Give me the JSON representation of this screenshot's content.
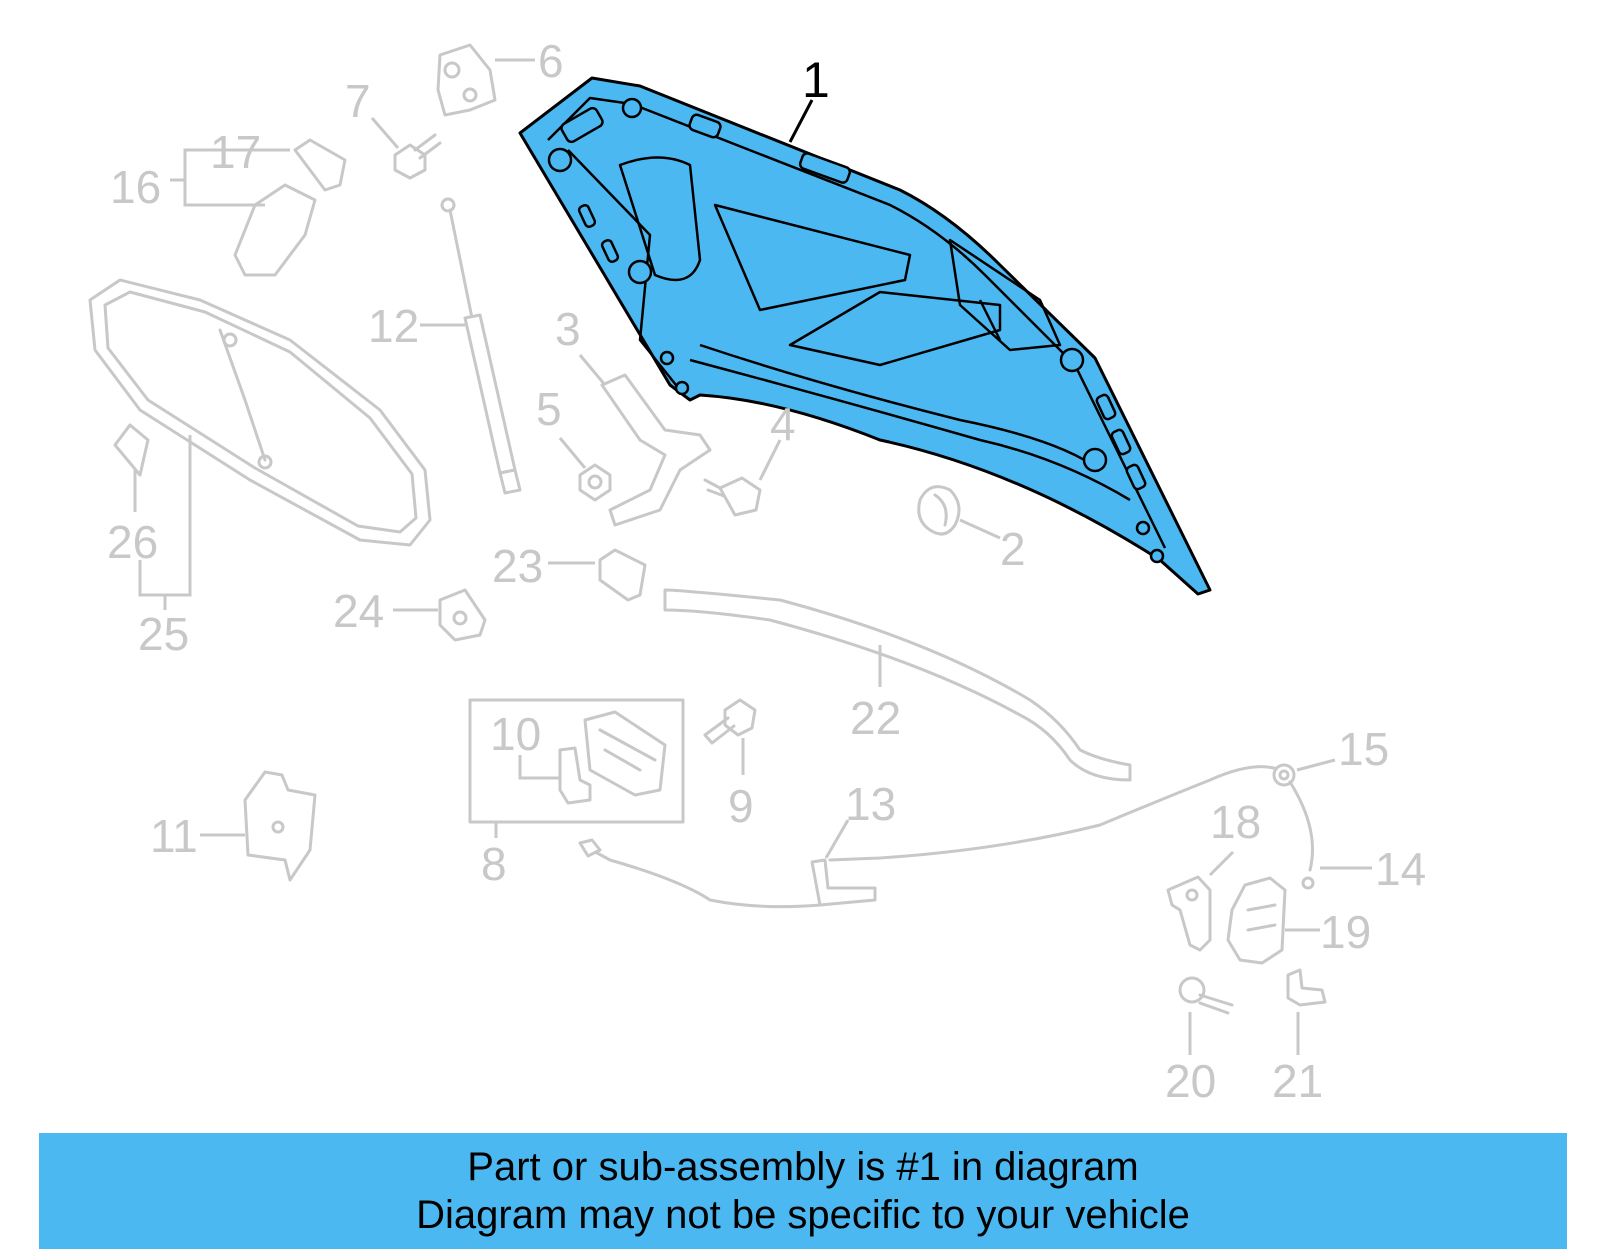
{
  "callouts": {
    "c1": "1",
    "c2": "2",
    "c3": "3",
    "c4": "4",
    "c5": "5",
    "c6": "6",
    "c7": "7",
    "c8": "8",
    "c9": "9",
    "c10": "10",
    "c11": "11",
    "c12": "12",
    "c13": "13",
    "c14": "14",
    "c15": "15",
    "c16": "16",
    "c17": "17",
    "c18": "18",
    "c19": "19",
    "c20": "20",
    "c21": "21",
    "c22": "22",
    "c23": "23",
    "c24": "24",
    "c25": "25",
    "c26": "26"
  },
  "banner": {
    "line1": "Part or sub-assembly is #1 in diagram",
    "line2": "Diagram may not be specific to your vehicle"
  },
  "colors": {
    "highlight": "#4cb8f2",
    "ghost": "#c8c8c8",
    "outline": "#000000"
  }
}
